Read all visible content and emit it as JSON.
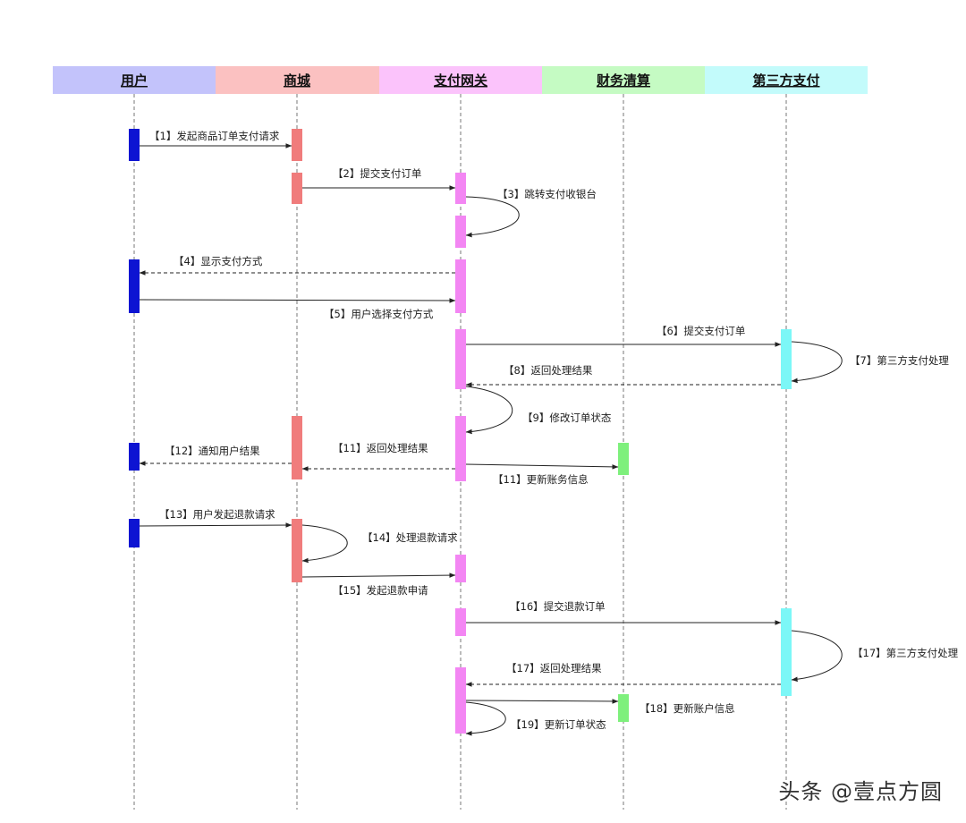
{
  "participants": [
    {
      "id": "user",
      "label": "用户",
      "color": "#c3c3fb"
    },
    {
      "id": "mall",
      "label": "商城",
      "color": "#fbc1c1"
    },
    {
      "id": "gateway",
      "label": "支付网关",
      "color": "#fbc3fb"
    },
    {
      "id": "finance",
      "label": "财务清算",
      "color": "#c5fbc3"
    },
    {
      "id": "thirdparty",
      "label": "第三方支付",
      "color": "#c3fbfb"
    }
  ],
  "activation_colors": {
    "user": "#0d14d2",
    "mall": "#f07c7c",
    "gateway": "#f386f3",
    "finance": "#7ef07c",
    "thirdparty": "#7cf7f7"
  },
  "messages": [
    {
      "id": "m1",
      "label": "【1】发起商品订单支付请求",
      "from": "user",
      "to": "mall",
      "style": "solid"
    },
    {
      "id": "m2",
      "label": "【2】提交支付订单",
      "from": "mall",
      "to": "gateway",
      "style": "solid"
    },
    {
      "id": "m3",
      "label": "【3】跳转支付收银台",
      "from": "gateway",
      "to": "gateway",
      "style": "self"
    },
    {
      "id": "m4",
      "label": "【4】显示支付方式",
      "from": "gateway",
      "to": "user",
      "style": "dashed"
    },
    {
      "id": "m5",
      "label": "【5】用户选择支付方式",
      "from": "user",
      "to": "gateway",
      "style": "solid"
    },
    {
      "id": "m6",
      "label": "【6】提交支付订单",
      "from": "gateway",
      "to": "thirdparty",
      "style": "solid"
    },
    {
      "id": "m7",
      "label": "【7】第三方支付处理",
      "from": "thirdparty",
      "to": "thirdparty",
      "style": "self"
    },
    {
      "id": "m8",
      "label": "【8】返回处理结果",
      "from": "thirdparty",
      "to": "gateway",
      "style": "dashed"
    },
    {
      "id": "m9",
      "label": "【9】修改订单状态",
      "from": "gateway",
      "to": "gateway",
      "style": "self"
    },
    {
      "id": "m11a",
      "label": "【11】返回处理结果",
      "from": "gateway",
      "to": "mall",
      "style": "dashed"
    },
    {
      "id": "m12",
      "label": "【12】通知用户结果",
      "from": "mall",
      "to": "user",
      "style": "dashed"
    },
    {
      "id": "m11b",
      "label": "【11】更新账务信息",
      "from": "gateway",
      "to": "finance",
      "style": "solid"
    },
    {
      "id": "m13",
      "label": "【13】用户发起退款请求",
      "from": "user",
      "to": "mall",
      "style": "solid"
    },
    {
      "id": "m14",
      "label": "【14】处理退款请求",
      "from": "mall",
      "to": "mall",
      "style": "self"
    },
    {
      "id": "m15",
      "label": "【15】发起退款申请",
      "from": "mall",
      "to": "gateway",
      "style": "solid"
    },
    {
      "id": "m16",
      "label": "【16】提交退款订单",
      "from": "gateway",
      "to": "thirdparty",
      "style": "solid"
    },
    {
      "id": "m17a",
      "label": "【17】第三方支付处理",
      "from": "thirdparty",
      "to": "thirdparty",
      "style": "self"
    },
    {
      "id": "m17b",
      "label": "【17】返回处理结果",
      "from": "thirdparty",
      "to": "gateway",
      "style": "dashed"
    },
    {
      "id": "m18",
      "label": "【18】更新账户信息",
      "from": "gateway",
      "to": "finance",
      "style": "solid"
    },
    {
      "id": "m19",
      "label": "【19】更新订单状态",
      "from": "gateway",
      "to": "gateway",
      "style": "self"
    }
  ],
  "watermark": "头条 @壹点方圆"
}
